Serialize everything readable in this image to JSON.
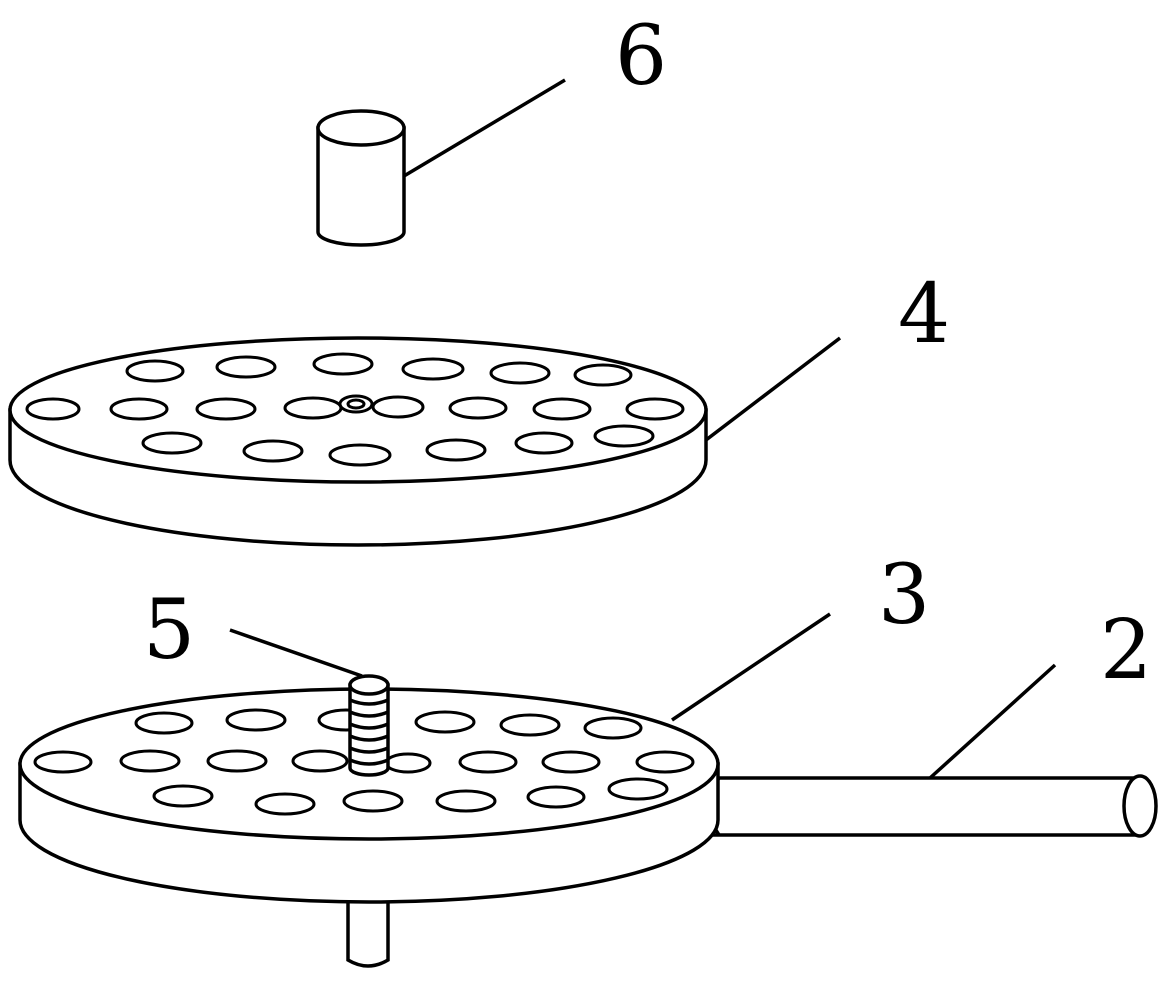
{
  "labels": {
    "part_2": "2",
    "part_3": "3",
    "part_4": "4",
    "part_5": "5",
    "part_6": "6"
  },
  "colors": {
    "stroke": "#000000",
    "background": "#ffffff"
  }
}
